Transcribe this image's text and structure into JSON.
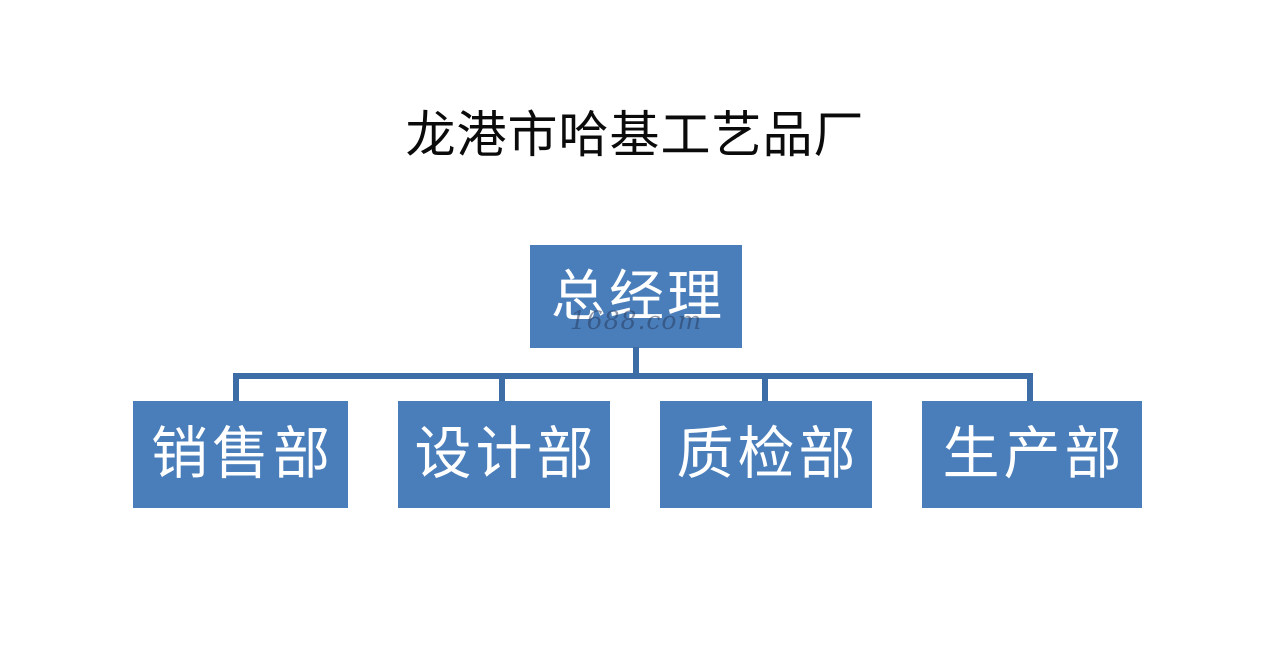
{
  "chart": {
    "type": "org-chart",
    "title": "龙港市哈基工艺品厂",
    "watermark": "1688.com",
    "colors": {
      "node_fill": "#4a7ebb",
      "node_text": "#ffffff",
      "connector": "#3d6da6",
      "title_text": "#0b0b0b",
      "background": "#ffffff",
      "watermark_text": "#3a5478"
    },
    "root": {
      "label": "总经理",
      "role": "general-manager"
    },
    "children": [
      {
        "label": "销售部",
        "role": "sales-department"
      },
      {
        "label": "设计部",
        "role": "design-department"
      },
      {
        "label": "质检部",
        "role": "quality-inspection-department"
      },
      {
        "label": "生产部",
        "role": "production-department"
      }
    ]
  }
}
